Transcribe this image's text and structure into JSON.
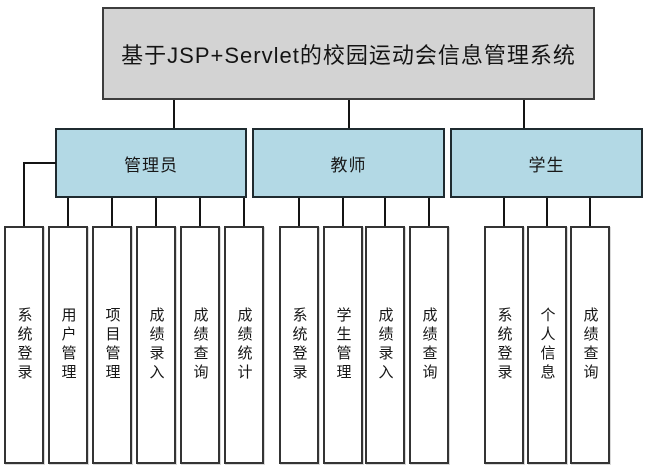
{
  "diagram": {
    "root_title": "基于JSP+Servlet的校园运动会信息管理系统",
    "branches": [
      {
        "label": "管理员",
        "children": [
          "系统登录",
          "用户管理",
          "项目管理",
          "成绩录入",
          "成绩查询",
          "成绩统计"
        ]
      },
      {
        "label": "教师",
        "children": [
          "系统登录",
          "学生管理",
          "成绩录入",
          "成绩查询"
        ]
      },
      {
        "label": "学生",
        "children": [
          "系统登录",
          "个人信息",
          "成绩查询"
        ]
      }
    ],
    "colors": {
      "root_fill": "#d3d3d3",
      "root_border": "#3d3d3d",
      "branch_fill": "#b3d9e5",
      "branch_border": "#1f2b30",
      "leaf_fill": "#ffffff",
      "leaf_border": "#343434",
      "connector": "#141414",
      "background": "#ffffff"
    }
  }
}
